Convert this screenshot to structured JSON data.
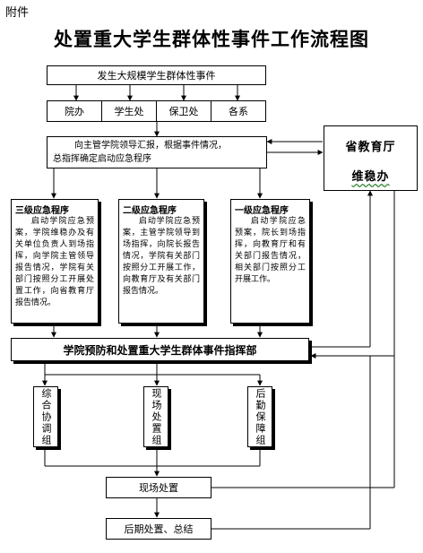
{
  "attachment_label": "附件",
  "title": "处置重大学生群体性事件工作流程图",
  "top_event": "发生大规模学生群体性事件",
  "departments": [
    "院办",
    "学生处",
    "保卫处",
    "各系"
  ],
  "report_box": {
    "line1": "向主管学院领导汇报，根据事件情况，",
    "line2": "总指挥确定启动应急程序"
  },
  "province": {
    "line1": "省教育厅",
    "line2": "维稳办"
  },
  "levels": [
    {
      "title": "三级应急程序",
      "body": "启动学院应急预案，学院维稳办及有关单位负责人到场指挥，向学院主管领导报告情况，学院有关部门按照分工开展处置工作，向省教育厅报告情况。"
    },
    {
      "title": "二级应急程序",
      "body": "启动学院应急预案，主管学院领导到场指挥，向院长报告情况，学院有关部门按照分工开展工作，向教育厅及有关部门报告情况。"
    },
    {
      "title": "一级应急程序",
      "body": "启动学院应急预案，院长到场指挥，向教育厅和有关部门报告情况，相关部门按照分工开展工作。"
    }
  ],
  "command": "学院预防和处置重大学生群体事件指挥部",
  "groups": [
    "综合协调组",
    "现场处置组",
    "后勤保障组"
  ],
  "onsite": "现场处置",
  "aftermath": "后期处置、总结"
}
